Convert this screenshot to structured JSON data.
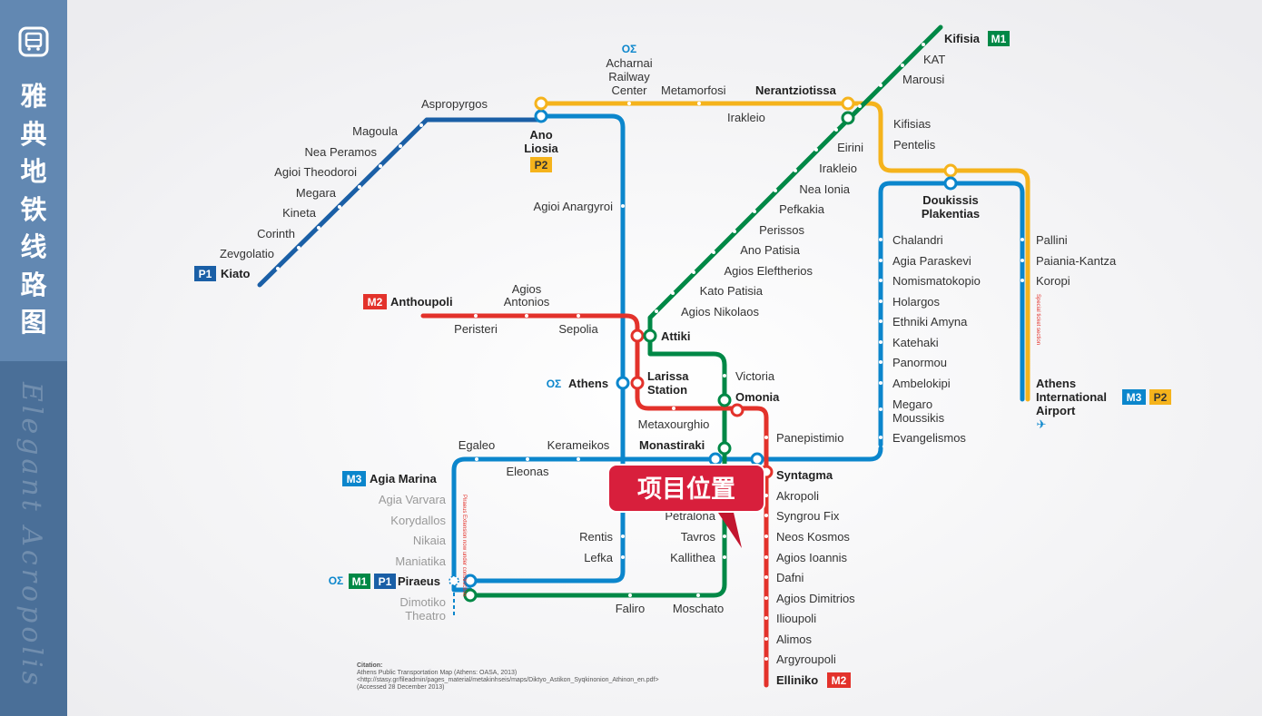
{
  "sidebar": {
    "title": "雅典地铁线路图",
    "script_text": "Elegant Acropolis",
    "icon": "train-icon"
  },
  "colors": {
    "m1": "#008846",
    "m2": "#e3322b",
    "m3": "#0b86cc",
    "p1": "#1a5fa6",
    "p2": "#f5b31c",
    "callout": "#d81f3c"
  },
  "callout": {
    "text": "项目位置"
  },
  "badges": {
    "m1": "M1",
    "m2": "M2",
    "m3": "M3",
    "p1": "P1",
    "p2": "P2",
    "ose": "OΣ"
  },
  "stations": {
    "kifisia": "Kifisia",
    "kat": "KAT",
    "marousi": "Marousi",
    "nerantziotissa": "Nerantziotissa",
    "irakleio_top": "Irakleio",
    "metamorfosi": "Metamorfosi",
    "acharnai_1": "Acharnai",
    "acharnai_2": "Railway",
    "acharnai_3": "Center",
    "aspropyrgos": "Aspropyrgos",
    "magoula": "Magoula",
    "nea_peramos": "Nea Peramos",
    "agioi_theodoroi": "Agioi Theodoroi",
    "megara": "Megara",
    "kineta": "Kineta",
    "corinth": "Corinth",
    "zevgolatio": "Zevgolatio",
    "kiato": "Kiato",
    "ano_liosia_1": "Ano",
    "ano_liosia_2": "Liosia",
    "agioi_anargyroi": "Agioi Anargyroi",
    "kifisias": "Kifisias",
    "pentelis": "Pentelis",
    "eirini": "Eirini",
    "irakleio": "Irakleio",
    "nea_ionia": "Nea Ionia",
    "pefkakia": "Pefkakia",
    "perissos": "Perissos",
    "ano_patisia": "Ano Patisia",
    "agios_eleftherios": "Agios Eleftherios",
    "kato_patisia": "Kato Patisia",
    "agios_nikolaos": "Agios Nikolaos",
    "doukissis_1": "Doukissis",
    "doukissis_2": "Plakentias",
    "chalandri": "Chalandri",
    "agia_paraskevi": "Agia Paraskevi",
    "nomismatokopio": "Nomismatokopio",
    "holargos": "Holargos",
    "ethniki_amyna": "Ethniki Amyna",
    "katehaki": "Katehaki",
    "panormou": "Panormou",
    "ambelokipi": "Ambelokipi",
    "megaro_1": "Megaro",
    "megaro_2": "Moussikis",
    "evangelismos": "Evangelismos",
    "pallini": "Pallini",
    "paiania": "Paiania-Kantza",
    "koropi": "Koropi",
    "special_ticket": "Special ticket section",
    "airport_1": "Athens",
    "airport_2": "International",
    "airport_3": "Airport",
    "anthoupoli": "Anthoupoli",
    "agios_antonios_1": "Agios",
    "agios_antonios_2": "Antonios",
    "peristeri": "Peristeri",
    "sepolia": "Sepolia",
    "attiki": "Attiki",
    "athens": "Athens",
    "larissa_1": "Larissa",
    "larissa_2": "Station",
    "victoria": "Victoria",
    "omonia": "Omonia",
    "metaxourghio": "Metaxourghio",
    "panepistimio": "Panepistimio",
    "egaleo": "Egaleo",
    "kerameikos": "Kerameikos",
    "monastiraki": "Monastiraki",
    "eleonas": "Eleonas",
    "agia_marina": "Agia Marina",
    "syntagma": "Syntagma",
    "agia_varvara": "Agia Varvara",
    "korydallos": "Korydallos",
    "nikaia": "Nikaia",
    "maniatika": "Maniatika",
    "piraeus": "Piraeus",
    "dimotiko_1": "Dimotiko",
    "dimotiko_2": "Theatro",
    "piraeus_ext": "Piraeus Extension now under construction",
    "akropoli": "Akropoli",
    "syngrou": "Syngrou Fix",
    "neos_kosmos": "Neos Kosmos",
    "agios_ioannis": "Agios Ioannis",
    "dafni": "Dafni",
    "agios_dimitrios": "Agios Dimitrios",
    "ilioupoli": "Ilioupoli",
    "alimos": "Alimos",
    "argyroupoli": "Argyroupoli",
    "elliniko": "Elliniko",
    "petralona": "Petralona",
    "tavros": "Tavros",
    "kallithea": "Kallithea",
    "rentis": "Rentis",
    "lefka": "Lefka",
    "faliro": "Faliro",
    "moschato": "Moschato"
  },
  "citation": {
    "line1": "Citation:",
    "line2": "Athens Public Transportation Map (Athens: OASA, 2013)",
    "line3": "<http://stasy.gr/fileadmin/pages_material/metakinhseis/maps/Diktyo_Astikon_Syqkinonion_Athinon_en.pdf>",
    "line4": "(Accessed 28 December 2013)"
  }
}
